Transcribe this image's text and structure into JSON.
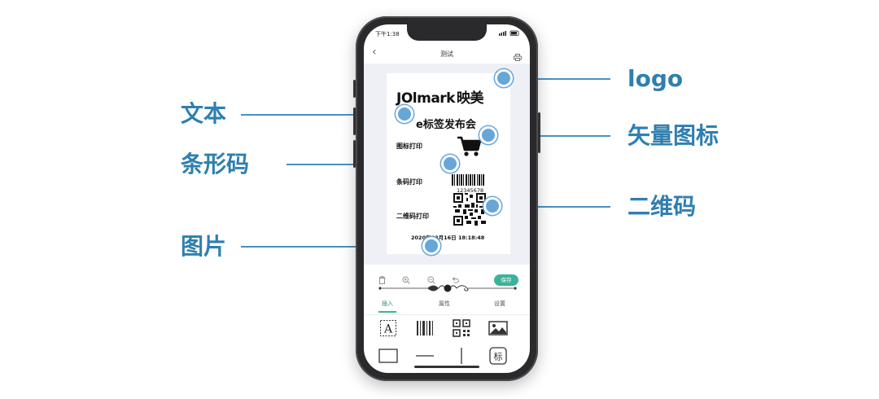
{
  "callouts": {
    "logo": "logo",
    "vector_icon": "矢量图标",
    "qrcode": "二维码",
    "text": "文本",
    "barcode": "条形码",
    "image": "图片"
  },
  "status_bar": {
    "time": "下午1:38"
  },
  "app": {
    "title": "测试",
    "back_icon": "chevron-left-icon",
    "print_icon": "printer-icon"
  },
  "label": {
    "logo_bold": "JOlmark",
    "logo_thin": "",
    "logo_cn": "映美",
    "title": "e标签发布会",
    "icon_print_label": "图标打印",
    "barcode_print_label": "条码打印",
    "barcode_number": "12345678",
    "qrcode_print_label": "二维码打印",
    "date": "2020年03月16日  18:18:48"
  },
  "toolbar": {
    "delete_icon": "trash-icon",
    "zoom_in_icon": "zoom-in-icon",
    "zoom_out_icon": "zoom-out-icon",
    "undo_icon": "undo-icon",
    "save_label": "保存"
  },
  "tabs": [
    {
      "label": "插入",
      "active": true
    },
    {
      "label": "属性",
      "active": false
    },
    {
      "label": "设置",
      "active": false
    }
  ],
  "insert_tools": [
    {
      "icon": "text-icon",
      "glyph": "A"
    },
    {
      "icon": "barcode-icon"
    },
    {
      "icon": "qrcode-icon"
    },
    {
      "icon": "image-icon"
    },
    {
      "icon": "rectangle-icon"
    },
    {
      "icon": "horizontal-line-icon"
    },
    {
      "icon": "vertical-line-icon"
    },
    {
      "icon": "label-template-icon",
      "glyph": "标"
    }
  ],
  "colors": {
    "callout_text": "#2f7fb0",
    "callout_dot": "#5b9fd6",
    "accent_green": "#3bb39a",
    "phone_body": "#2a2a2c"
  }
}
